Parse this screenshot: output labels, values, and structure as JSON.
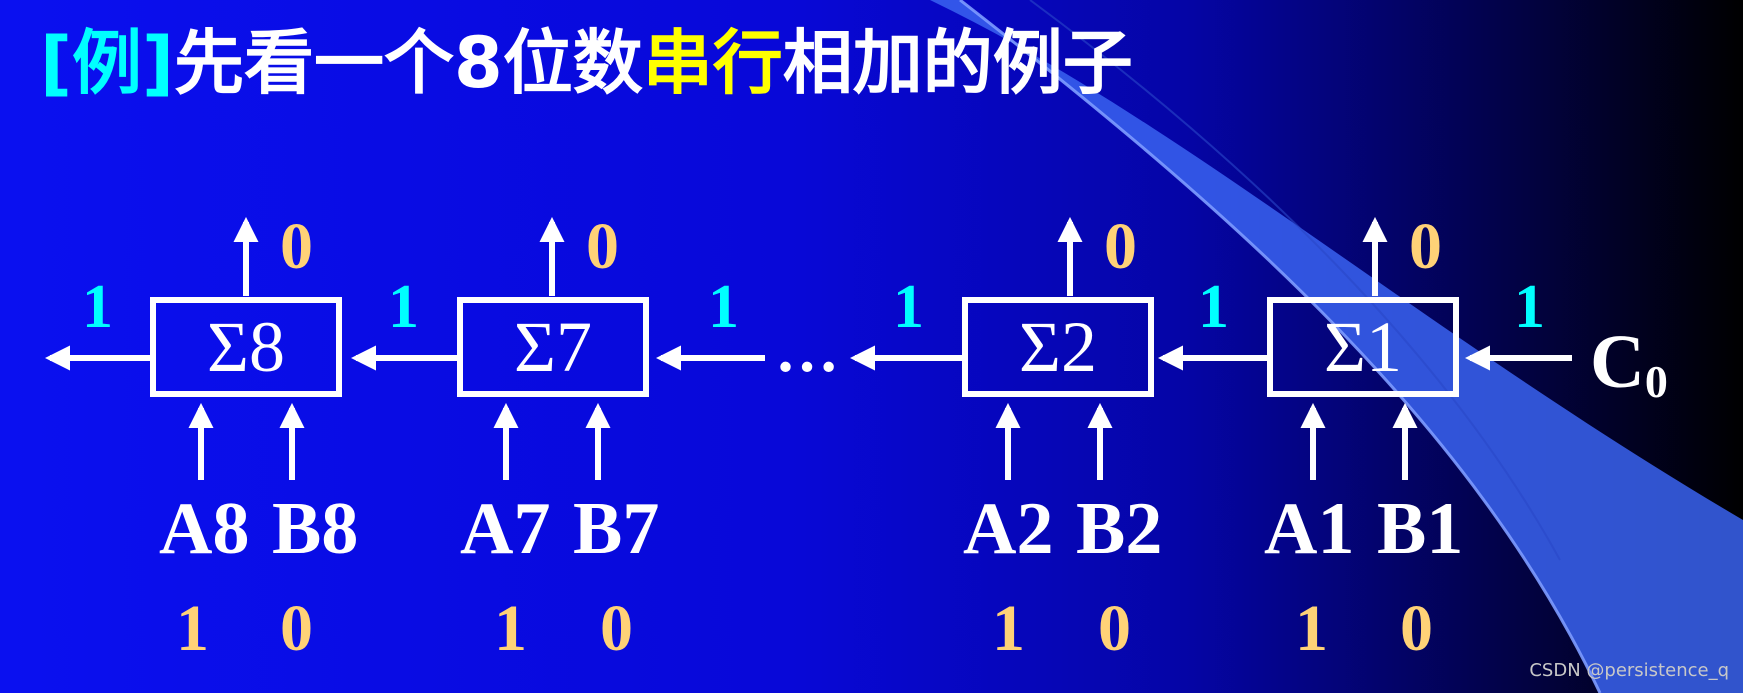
{
  "title": {
    "tag": "[例]",
    "part1": "先看一个8位数",
    "highlight": "串行",
    "part2": "相加的例子"
  },
  "adders": [
    {
      "label": "Σ8",
      "a": "A8",
      "b": "B8",
      "a_bit": "1",
      "b_bit": "0",
      "sum": "0",
      "carry_out": "1"
    },
    {
      "label": "Σ7",
      "a": "A7",
      "b": "B7",
      "a_bit": "1",
      "b_bit": "0",
      "sum": "0",
      "carry_out": "1"
    },
    {
      "label": "Σ2",
      "a": "A2",
      "b": "B2",
      "a_bit": "1",
      "b_bit": "0",
      "sum": "0",
      "carry_out": "1"
    },
    {
      "label": "Σ1",
      "a": "A1",
      "b": "B1",
      "a_bit": "1",
      "b_bit": "0",
      "sum": "0",
      "carry_out": "1"
    }
  ],
  "carry_into_chain": "1",
  "carry_in_label": "C",
  "carry_in_subscript": "0",
  "ellipsis": "…",
  "watermark": "CSDN @persistence_q",
  "colors": {
    "background": "#0808d8",
    "title": "#ffffff",
    "title_tag": "#00ffff",
    "title_highlight": "#ffff00",
    "carry": "#00ffff",
    "bit_value": "#ffd277",
    "wire": "#ffffff",
    "swoosh": "#3a63f0"
  }
}
